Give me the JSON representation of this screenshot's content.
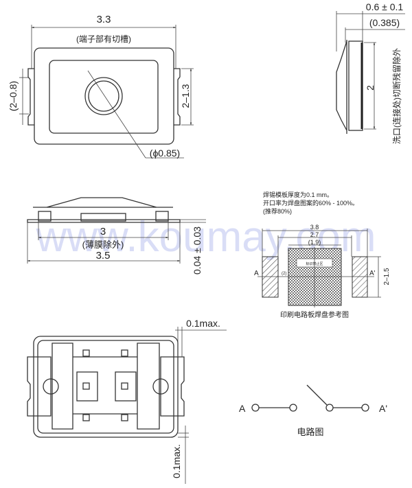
{
  "watermark": "www.koumay.com",
  "top_view": {
    "width_dim": "3.3",
    "width_note": "(端子部有切槽)",
    "left_dim": "(2–0.8)",
    "right_dim": "2–1.3",
    "hole_dim": "(ϕ0.85)"
  },
  "side_view": {
    "thickness_dim": "0.6 ± 0.1",
    "inner_dim": "(0.385)",
    "height_dim": "2",
    "note": "洗口(连接处)切断残留除外"
  },
  "front_view": {
    "inner_dim": "3",
    "inner_note": "(薄膜除外)",
    "outer_dim": "3.5",
    "flatness_dim": "0.04 ± 0.03"
  },
  "pcb_layout": {
    "notes": [
      "焊锡模板厚度为0.1 mm。",
      "开口率为焊盘图案的60% - 100%。",
      "(推荐80%)"
    ],
    "dim_outer": "3.8",
    "dim_mid": "2.7",
    "dim_inner": "(1.9)",
    "center_label": "标识禁止区",
    "side_label": "(2)",
    "pad_dim": "2–1.5",
    "label_a": "A",
    "label_a_prime": "A'",
    "caption": "印刷电路板焊盘参考图"
  },
  "bottom_view": {
    "top_tolerance": "0.1max.",
    "side_tolerance": "0.1max."
  },
  "circuit": {
    "label_a": "A",
    "label_a_prime": "A'",
    "caption": "电路图"
  }
}
